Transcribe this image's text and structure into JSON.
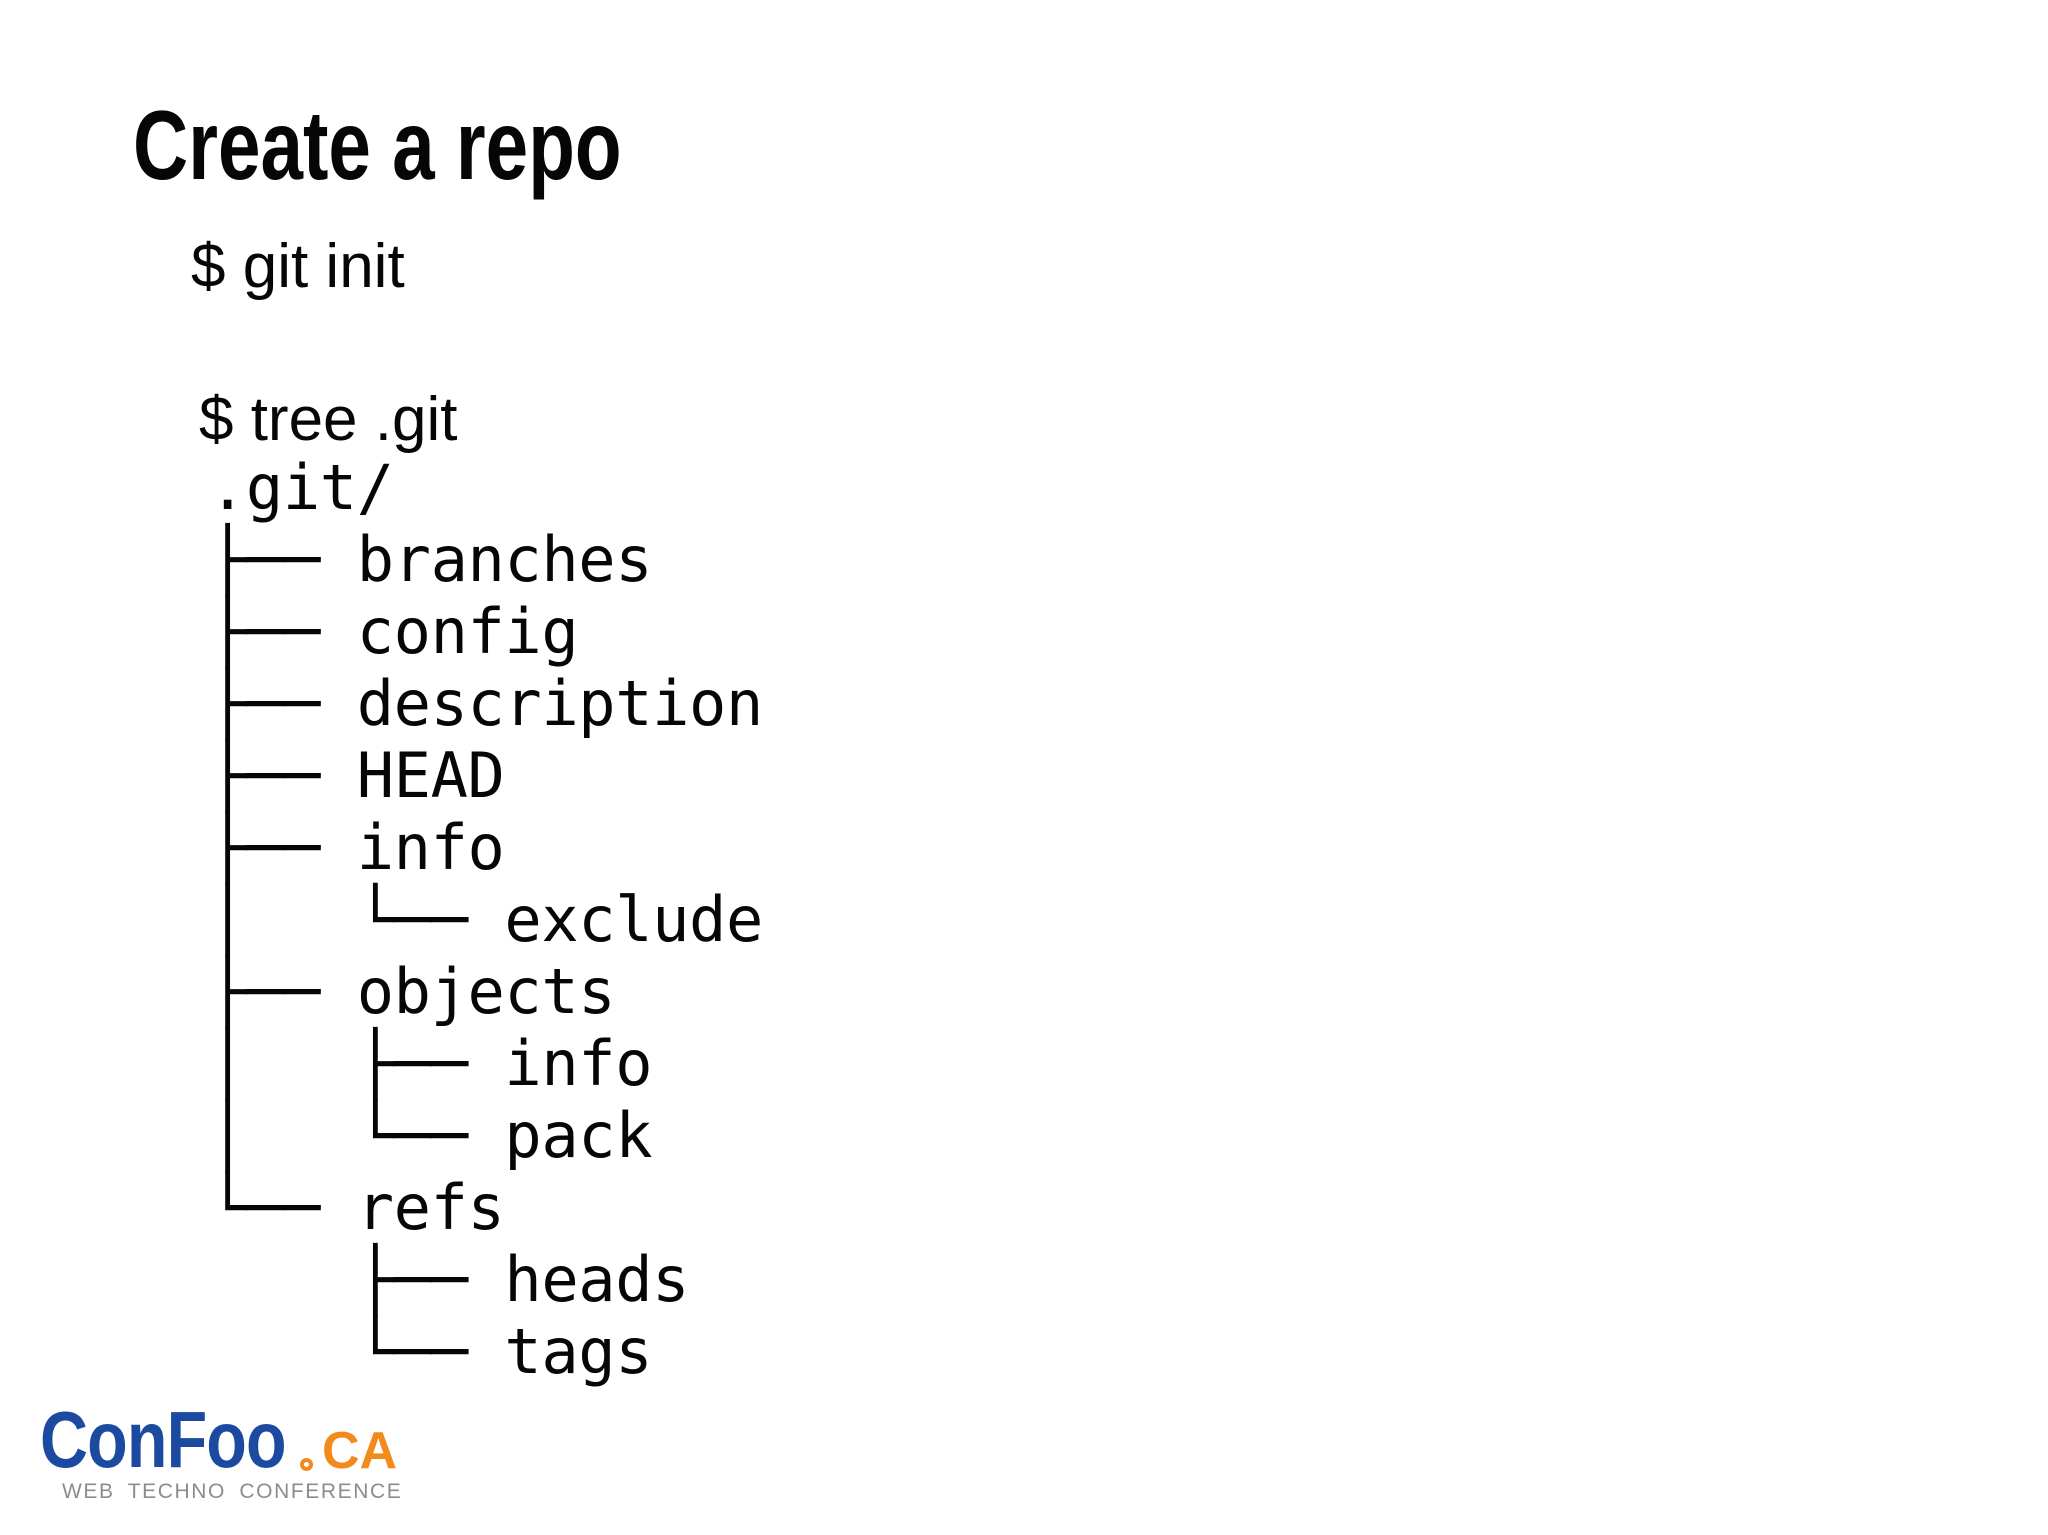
{
  "slide": {
    "title": "Create a repo",
    "commands": {
      "git_init": "$ git init",
      "tree_git": "$ tree .git"
    },
    "tree_lines": [
      ".git/",
      "├── branches",
      "├── config",
      "├── description",
      "├── HEAD",
      "├── info",
      "│   └── exclude",
      "├── objects",
      "│   ├── info",
      "│   └── pack",
      "└── refs",
      "    ├── heads",
      "    └── tags"
    ]
  },
  "logo": {
    "brand": "ConFoo",
    "tld": "CA",
    "tagline": "WEB TECHNO CONFERENCE"
  },
  "colors": {
    "text": "#060606",
    "logo_blue": "#1c4aa0",
    "logo_orange": "#f28a1c",
    "logo_gray": "#8c8c8c"
  }
}
